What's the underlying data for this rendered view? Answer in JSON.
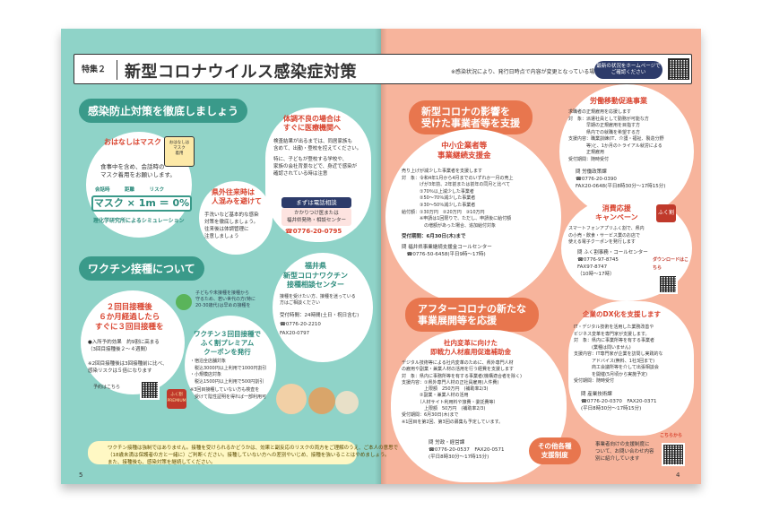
{
  "header": {
    "tag": "特集２",
    "title": "新型コロナウイルス感染症対策",
    "note": "※感染状況により、発行日時点で内容が変更となっている場合があります。",
    "pill": "最新の状況をホームページでご確認ください"
  },
  "left": {
    "infection_title": "感染防止対策を徹底しましょう",
    "mask_heading": "おはなしはマスク",
    "mask_sign": "おはなしは\nマスク\n着用",
    "mask_text": "食事中を含め、会話時の\nマスク着用をお願いします。",
    "formula_labels": [
      "会話時",
      "距離",
      "リスク"
    ],
    "formula": "マスク × 1m ＝ 0%",
    "formula_credit": "理化学研究所によるシミュレーション",
    "prefecture_heading": "県外往来時は\n人混みを避けて",
    "prefecture_text": "手洗いなど基本的な感染\n対策を徹底しましょう。\n往来後は体調管理に\n注意しましょう",
    "unwell_heading": "体調不良の場合は\nすぐに医療機関へ",
    "unwell_text1": "検査結果が出るまでは、同居家族も\n含めて、出勤・登校を控えてください。",
    "unwell_text2": "特に、子どもが登校する学校や、\n家族の会社背景などで、身近で感染が\n確認されている時は注意",
    "consult_heading": "まずは電話相談",
    "consult_sub": "かかりつけ医または\n福井県発熱・相談センター",
    "consult_phone": "☎0776-20-0795",
    "vaccine_title": "ワクチン接種について",
    "booster_heading": "２回目接種後\n６か月経過したら\nすぐに３回目接種を",
    "booster_text": "●入所予約効果　約9割に高まる\n（3回目接種後２〜４週間）",
    "booster_note": "※2回目接種後は3回接種前に比べ、\n感染リスクは５倍になります",
    "child_note": "子どもや未接種を接種から\n守るため、若い世代の方(特に\n20-30歳代)は早めの接種を",
    "qr_label": "予約はこちら",
    "coupon_heading": "ワクチン３回目接種で\nふく割プレミアム\nクーポンを発行",
    "coupon_text": "・宿泊全店舗対象\n　税込3000円以上利用で1000円割引\n・小規模店対象\n　税込1500円以上利用で500円割引",
    "coupon_note": "※3回目接種していない方も検査を\n　受けて陰性証明を得れば一部利用可",
    "fukuwari_badge": "ふく割\nPREMIUM",
    "center_heading": "福井県\n新型コロナワクチン\n接種相談センター",
    "center_text": "接種を受けたい方、接種を迷っている\n方はご相談ください",
    "center_hours": "受付時間：24時間(土日・祝日含む)",
    "center_phone": "☎0776-20-2210",
    "center_fax": "FAX20-0797",
    "bottom_note": "ワクチン接種は強制ではありません。接種を受けられるかどうかは、効果と副反応のリスクの両方をご理解のうえ、ご本人の意思で\n（18歳未満は保護者の方と一緒に）ご判断ください。接種していない方への差別やいじめ、接種を強いることはやめましょう。\nまた、接種後も、感染対策を継続してください。",
    "page_num": "5"
  },
  "right": {
    "impact_title": "新型コロナの影響を\n受けた事業者等を支援",
    "sme_heading": "中小企業者等\n事業継続支援金",
    "sme_text": "売り上げが減少した事業者を支援します\n対　象：令和4年1月から4月までのいずれか一月の売上\n　　　　げが3年前、2年前または前年の同月と比べて\n　　　　①70％以上減少した事業者\n　　　　②50〜70％減少した事業者\n　　　　③30〜50％減少した事業者\n給付額：①30万円　②20万円　③10万円\n　　　　※申請は1回限りで、ただし、申請後に給付額\n　　　　　の増額があった場合、追加給付対象",
    "sme_deadline": "受付期間：6月30日(木)まで",
    "sme_contact": "問 福井県事業継続支援金コールセンター\n　☎0776-50-6458(平日9時〜17時)",
    "labor_heading": "労働移動促進事業",
    "labor_text": "求職者の正規雇用を応援します\n対　象：派遣社員として勤務が可能な方\n　　　　早期の正規雇用を目指す方\n　　　　県内での就職を希望する方\n支援内容：職業訓練(IT、介護・福祉、製造分野\n　　　　等)と、1か月のトライアル就労による\n　　　　正規雇用\n受付期間：随時受付",
    "labor_contact": "問 労働政策課\n☎0776-20-0390\nFAX20-0648(平日8時30分〜17時15分)",
    "campaign_heading": "消費応援\nキャンペーン",
    "campaign_text": "スマートフォンアプリふく割で、県内\nの小売・飲食・サービス業のお店で\n使える電子クーポンを発行します",
    "campaign_contact": "問 ふく割事務・コールセンター\n☎0776-97-8745\nFAX97-8747\n（10時〜17時）",
    "app_label": "ダウンロードはこちら",
    "after_title": "アフターコロナの新たな\n事業展開等を応援",
    "dx_heading": "企業のDX化を支援します",
    "dx_text": "IT・デジタル技術を活用した業務改善や\nビジネス変革を専門家が支援します。\n対　象：県内に事業所等を有する事業者\n　　　　(業種は問いません)\n支援内容：IT専門家が企業を訪問し実践的な\n　　　　アドバイス(無料、1社3回まで)\n　　　　商工会議所等を介して出張相談会\n　　　　を開催(5月頃から実施予定)\n受付期間：随時受付",
    "dx_contact": "問 産業技術課\n☎0776-20-0370　FAX20-0371\n(平日8時30分〜17時15分)",
    "reskill_heading": "社内変革に向けた\n即戦力人材雇用促進補助金",
    "reskill_text": "デジタル技術等による社内変革のために、県外専門人材\nの雇用や副業・兼業人材の活用を行う経費を支援します\n対　象：県内に事務所等を有する事業者(機構適合者を除く)\n支援内容：①県外専門人材の正社員雇用(人件費)\n　　　　　上限額　250万円　(補助率2/3)\n　　　　②副業・兼業人材の活用\n　　　　（人材サイト利用料や旅費・委託費等）\n　　　　　上限額　50万円　(補助率2/3)\n受付期間：6月30日(木)まで\n※1回目を第2回、第3回の募集も予定しています。",
    "reskill_contact": "問 労政・経営課\n☎0776-20-0537　FAX20-0571\n(平日8時30分〜17時15分)",
    "other_heading": "その他各種\n支援制度",
    "other_text": "事業者向けの支援制度に\nついて、お問い合わせ内容\n別に紹介しています",
    "other_qr_label": "こちらから",
    "page_num": "4"
  },
  "colors": {
    "teal_bg": "#8fd3c8",
    "coral_bg": "#f7b49c",
    "teal": "#3a9a8a",
    "orange": "#e8764e",
    "red": "#d9432e",
    "navy": "#2d3b6a"
  }
}
